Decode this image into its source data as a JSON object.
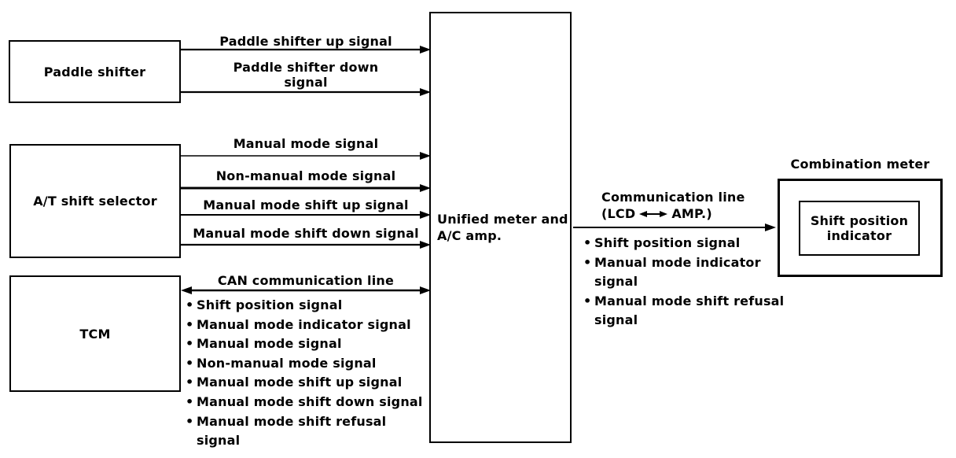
{
  "shared": {
    "bullet": "•"
  },
  "colors": {
    "line": "#000000",
    "background": "#ffffff",
    "text": "#000000"
  },
  "boxes": {
    "paddle_shifter": "Paddle shifter",
    "at_shift_selector": "A/T shift selector",
    "tcm": "TCM",
    "unified_meter": "Unified meter and\nA/C amp.",
    "combination_meter_title": "Combination meter",
    "shift_position_indicator": "Shift position\nindicator"
  },
  "arrow_labels": {
    "paddle_up": "Paddle shifter up signal",
    "paddle_down": "Paddle shifter down\nsignal",
    "manual_mode": "Manual mode signal",
    "non_manual_mode": "Non-manual mode signal",
    "manual_shift_up": "Manual mode shift up signal",
    "manual_shift_down": "Manual mode shift down signal",
    "can": "CAN communication line",
    "comm_line_title": "Communication line",
    "comm_line_lcd": "(LCD",
    "comm_line_amp": "AMP.)"
  },
  "can_signals": [
    "Shift position signal",
    "Manual mode indicator signal",
    "Manual mode signal",
    "Non-manual mode signal",
    "Manual mode shift up signal",
    "Manual mode shift down signal",
    "Manual mode shift refusal\nsignal"
  ],
  "comm_signals": [
    "Shift position signal",
    "Manual mode indicator\nsignal",
    "Manual mode shift refusal\nsignal"
  ]
}
